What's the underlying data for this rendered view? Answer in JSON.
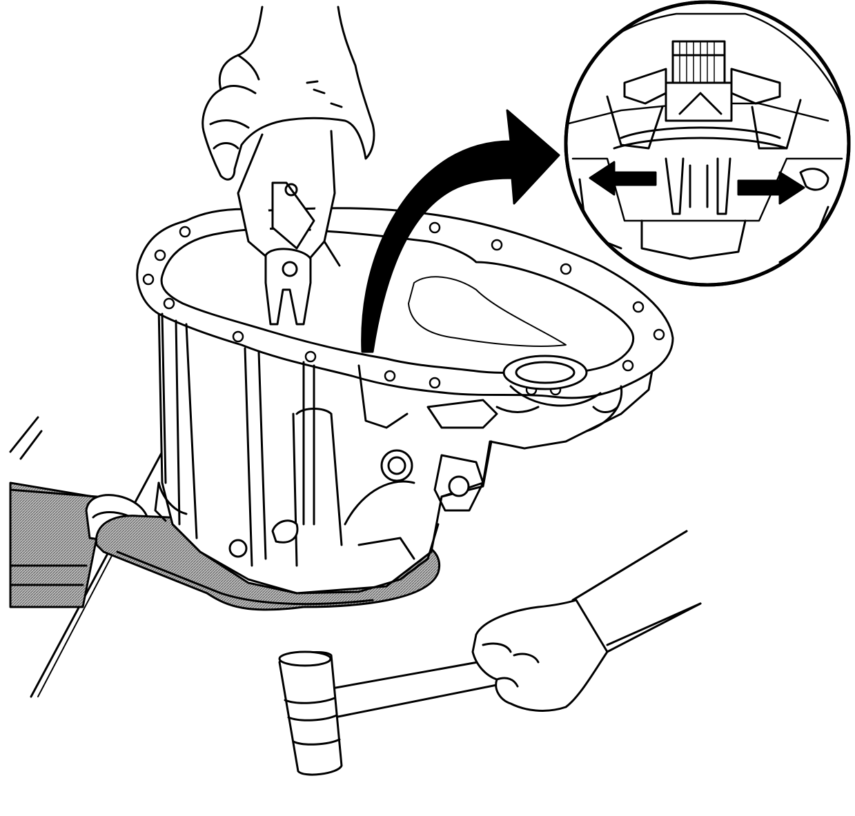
{
  "figure": {
    "style": "black-and-white technical line illustration",
    "background_color": "#ffffff",
    "line_color": "#000000",
    "hatch_color": "#9a9a9a"
  },
  "components": {
    "hand_upper": {
      "icon": "hand-icon",
      "holds": "snap-ring-pliers"
    },
    "pliers": {
      "icon": "snap-ring-pliers-icon",
      "type": "snap ring pliers"
    },
    "housing": {
      "icon": "transaxle-case-icon",
      "type": "transaxle case"
    },
    "bench_block": {
      "icon": "bench-block-icon",
      "fill": "hatched"
    },
    "base_plate": {
      "icon": "base-plate-icon",
      "fill": "hatched"
    },
    "hand_lower": {
      "icon": "hand-icon",
      "holds": "mallet"
    },
    "mallet": {
      "icon": "mallet-icon"
    },
    "curved_arrow": {
      "icon": "curved-arrow-icon",
      "points_to": "detail-inset"
    },
    "detail_inset": {
      "icon": "magnified-detail-icon",
      "shape": "circle",
      "arrows": [
        "arrow-left-icon",
        "arrow-right-icon"
      ],
      "directions": [
        "left",
        "right"
      ]
    }
  }
}
